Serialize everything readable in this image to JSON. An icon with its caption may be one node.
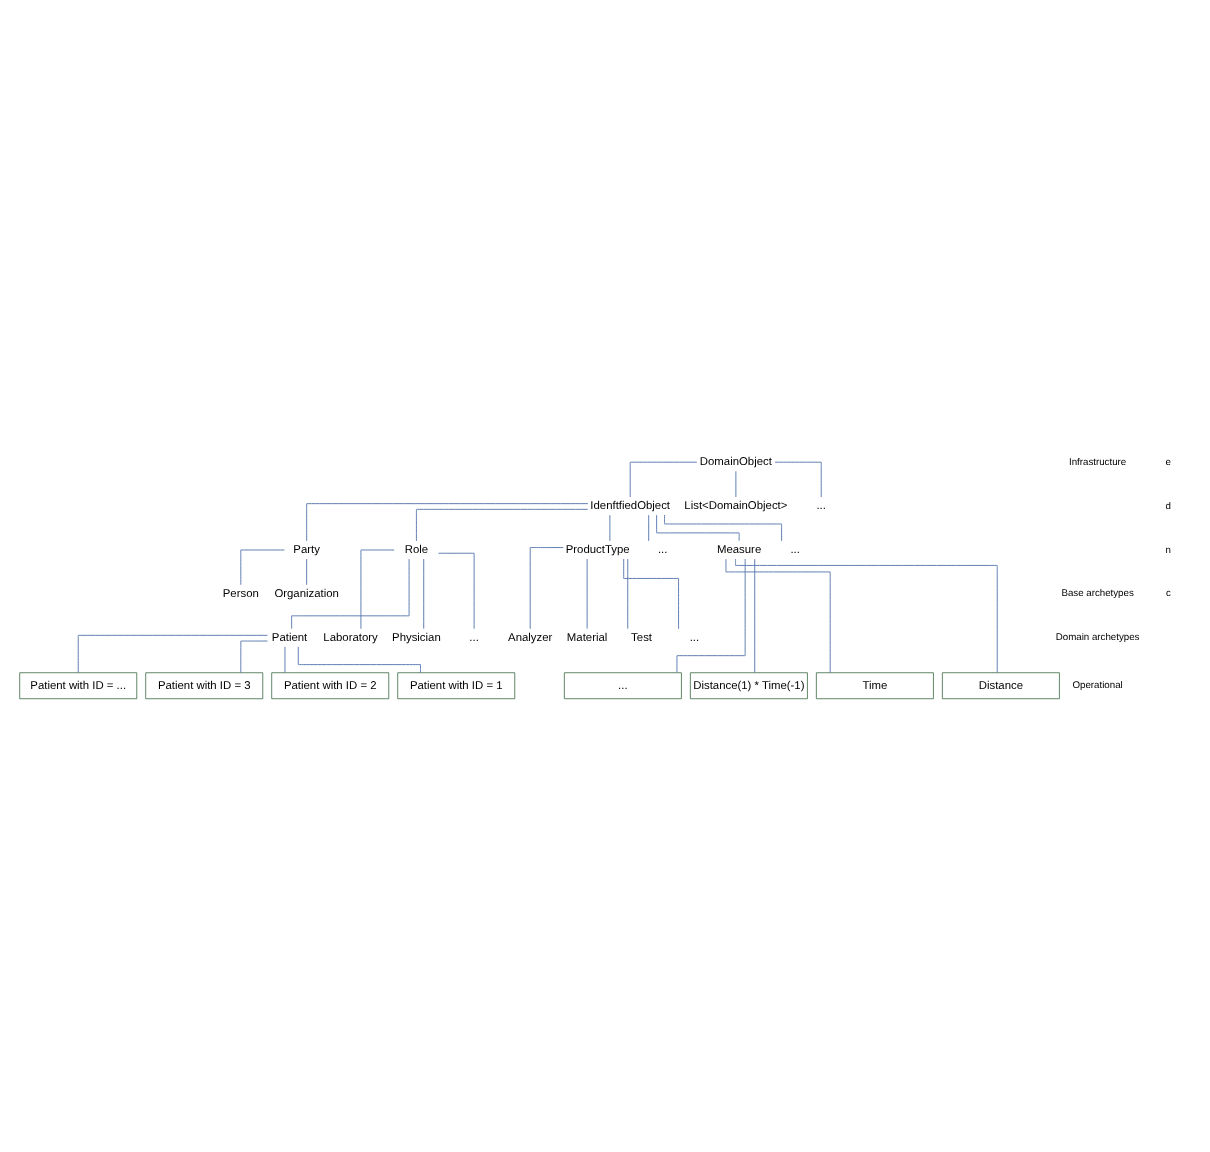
{
  "diagram": {
    "nodes": [
      {
        "text": [
          "DomainObject"
        ]
      },
      {
        "text": [
          "IdenftfiedObject"
        ]
      },
      {
        "text": [
          "List<DomainObject>"
        ]
      },
      {
        "text": [
          "..."
        ]
      },
      {
        "text": [
          "Party"
        ]
      },
      {
        "text": [
          "Role"
        ]
      },
      {
        "text": [
          "ProductType"
        ]
      },
      {
        "text": [
          "..."
        ]
      },
      {
        "text": [
          "Measure"
        ]
      },
      {
        "text": [
          "..."
        ]
      },
      {
        "text": [
          "Person"
        ]
      },
      {
        "text": [
          "Organization"
        ]
      },
      {
        "text": [
          "Analyzer"
        ]
      },
      {
        "text": [
          "Material"
        ]
      },
      {
        "text": [
          "Test"
        ]
      },
      {
        "text": [
          "..."
        ]
      },
      {
        "text": [
          "Patient"
        ]
      },
      {
        "text": [
          "Laboratory"
        ]
      },
      {
        "text": [
          "Physician"
        ]
      },
      {
        "text": [
          "..."
        ]
      },
      {
        "text": [
          "Patient with ID = ..."
        ]
      },
      {
        "text": [
          "Patient with ID = 3"
        ]
      },
      {
        "text": [
          "Patient with ID = 2"
        ]
      },
      {
        "text": [
          "Patient with ID = 1"
        ]
      },
      {
        "text": [
          "..."
        ]
      },
      {
        "text": [
          "Distance(1) * Time(-1)"
        ]
      },
      {
        "text": [
          "Time"
        ]
      },
      {
        "text": [
          "Distance"
        ]
      }
    ],
    "edges": [
      {
        "from": 0,
        "to": 1,
        "arrow": "none"
      },
      {
        "from": 0,
        "to": 2,
        "arrow": "none"
      },
      {
        "from": 0,
        "to": 3,
        "arrow": "none"
      },
      {
        "from": 1,
        "to": 4,
        "arrow": "none"
      },
      {
        "from": 1,
        "to": 5,
        "arrow": "none"
      },
      {
        "from": 1,
        "to": 6,
        "arrow": "none"
      },
      {
        "from": 1,
        "to": 7,
        "arrow": "none"
      },
      {
        "from": 1,
        "to": 8,
        "arrow": "none"
      },
      {
        "from": 1,
        "to": 9,
        "arrow": "none"
      },
      {
        "from": 4,
        "to": 10,
        "arrow": "none"
      },
      {
        "from": 4,
        "to": 11,
        "arrow": "none"
      },
      {
        "from": 6,
        "to": 12,
        "arrow": "none"
      },
      {
        "from": 6,
        "to": 13,
        "arrow": "none"
      },
      {
        "from": 6,
        "to": 14,
        "arrow": "none"
      },
      {
        "from": 6,
        "to": 15,
        "arrow": "none"
      },
      {
        "from": 5,
        "to": 16,
        "arrow": "none"
      },
      {
        "from": 5,
        "to": 17,
        "arrow": "none"
      },
      {
        "from": 5,
        "to": 18,
        "arrow": "none"
      },
      {
        "from": 5,
        "to": 19,
        "arrow": "none"
      },
      {
        "from": 16,
        "to": 20,
        "arrow": "none"
      },
      {
        "from": 16,
        "to": 21,
        "arrow": "none"
      },
      {
        "from": 16,
        "to": 22,
        "arrow": "none"
      },
      {
        "from": 16,
        "to": 23,
        "arrow": "none"
      },
      {
        "from": 8,
        "to": 24,
        "arrow": "none"
      },
      {
        "from": 8,
        "to": 25,
        "arrow": "none"
      },
      {
        "from": 8,
        "to": 26,
        "arrow": "none"
      },
      {
        "from": 8,
        "to": 27,
        "arrow": "none"
      }
    ],
    "labels": [
      "Infrastructure",
      "e",
      "d",
      "n",
      "c",
      "Base archetypes",
      "Domain archetypes",
      "Operational"
    ]
  }
}
